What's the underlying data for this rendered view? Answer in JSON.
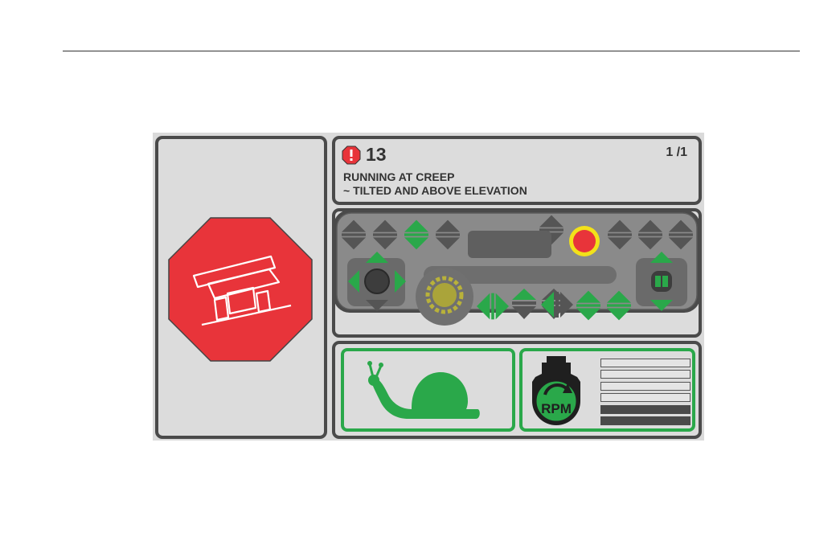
{
  "alarm": {
    "code": "13",
    "page": "1 /1",
    "line1": "RUNNING AT CREEP",
    "line2": "~ TILTED AND ABOVE ELEVATION"
  },
  "rpm": {
    "label": "RPM",
    "level_bars_total": 6,
    "level_bars_filled": 2
  },
  "colors": {
    "stop_red": "#e8343a",
    "active_green": "#2aa84a",
    "inactive_gray": "#555555",
    "estop_yellow": "#f2e11a",
    "panel_border": "#4a4a4a"
  },
  "icons": {
    "left": "tilt-alarm-stop-icon",
    "snail": "creep-speed-snail-icon",
    "rpm": "engine-rpm-icon",
    "alarm": "alarm-exclamation-icon"
  }
}
